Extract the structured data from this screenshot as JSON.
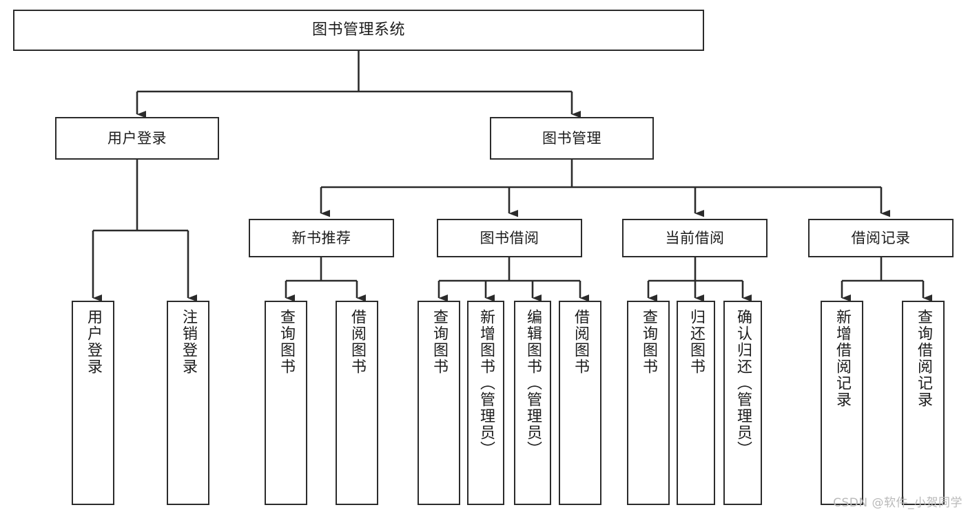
{
  "diagram": {
    "title": "图书管理系统",
    "type": "tree-hierarchy",
    "orientation": "top-down",
    "colors": {
      "node_border": "#2b2b2b",
      "node_fill": "#ffffff",
      "edge": "#2b2b2b",
      "text": "#1c1c1c",
      "watermark": "#b9b9b9",
      "background": "#ffffff"
    }
  },
  "watermark": {
    "text": "CSDN @软件_小贺同学"
  },
  "nodes": {
    "root": {
      "label": "图书管理系统"
    },
    "level2": [
      {
        "id": "user-login",
        "label": "用户登录"
      },
      {
        "id": "book-manage",
        "label": "图书管理"
      }
    ],
    "level3": [
      {
        "id": "new-book-recommend",
        "label": "新书推荐"
      },
      {
        "id": "book-borrow",
        "label": "图书借阅"
      },
      {
        "id": "current-borrow",
        "label": "当前借阅"
      },
      {
        "id": "borrow-record",
        "label": "借阅记录"
      }
    ],
    "leaves": {
      "user_login": [
        {
          "id": "leaf-user-login",
          "label": "用户登录"
        },
        {
          "id": "leaf-logout-login",
          "label": "注销登录"
        }
      ],
      "new_book_recommend": [
        {
          "id": "leaf-query-book-1",
          "label": "查询图书"
        },
        {
          "id": "leaf-borrow-book-1",
          "label": "借阅图书"
        }
      ],
      "book_borrow": [
        {
          "id": "leaf-query-book-2",
          "label": "查询图书"
        },
        {
          "id": "leaf-add-book-admin",
          "label": "新增图书（管理员）"
        },
        {
          "id": "leaf-edit-book-admin",
          "label": "编辑图书（管理员）"
        },
        {
          "id": "leaf-borrow-book-2",
          "label": "借阅图书"
        }
      ],
      "current_borrow": [
        {
          "id": "leaf-query-book-3",
          "label": "查询图书"
        },
        {
          "id": "leaf-return-book",
          "label": "归还图书"
        },
        {
          "id": "leaf-confirm-return-admin",
          "label": "确认归还（管理员）"
        }
      ],
      "borrow_record": [
        {
          "id": "leaf-add-borrow-record",
          "label": "新增借阅记录"
        },
        {
          "id": "leaf-query-borrow-record",
          "label": "查询借阅记录"
        }
      ]
    }
  }
}
